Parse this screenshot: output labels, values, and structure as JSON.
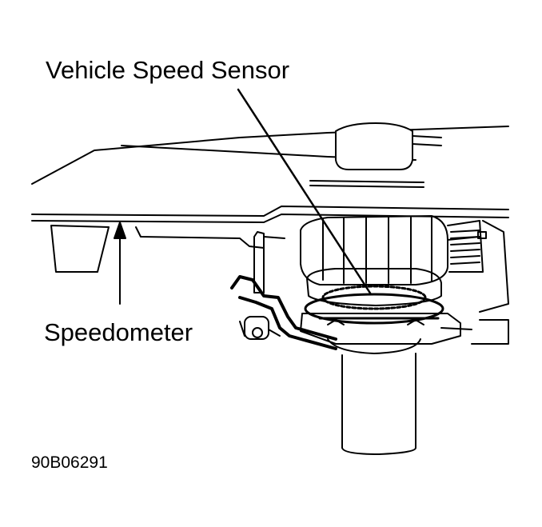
{
  "labels": {
    "vehicle_speed_sensor": "Vehicle Speed Sensor",
    "speedometer": "Speedometer",
    "figure_code": "90B06291"
  },
  "colors": {
    "ink": "#000000",
    "paper": "#ffffff"
  }
}
